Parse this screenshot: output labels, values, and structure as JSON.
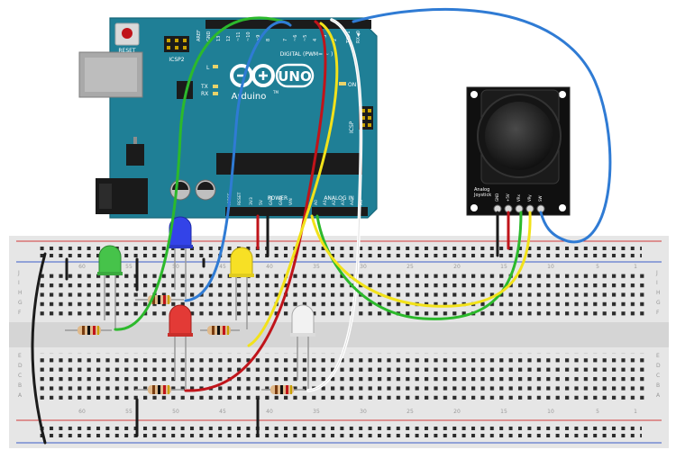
{
  "arduino": {
    "reset_label": "RESET",
    "icsp2_label": "ICSP2",
    "aref_label": "AREF",
    "gnd_label": "GND",
    "digital_pin_labels": [
      "13",
      "12",
      "~11",
      "~10",
      "~9",
      "8",
      "7",
      "~6",
      "~5",
      "4",
      "~3",
      "2",
      "TX▶1",
      "RX◀0"
    ],
    "digital_header_label": "DIGITAL (PWM= ~ )",
    "brand_logo": "UNO",
    "brand_name": "Arduino",
    "tm_mark": "TM",
    "led_l_label": "L",
    "tx_label": "TX",
    "rx_label": "RX",
    "on_label": "ON",
    "icsp_label": "ICSP",
    "power_label": "POWER",
    "analog_in_label": "ANALOG IN",
    "power_pin_labels": [
      "IOREF",
      "RESET",
      "3V3",
      "5V",
      "GND",
      "GND",
      "VIN"
    ],
    "analog_pin_labels": [
      "A0",
      "A1",
      "A2",
      "A3",
      "A4",
      "A5"
    ]
  },
  "joystick": {
    "title_line1": "Analog",
    "title_line2": "Joystick",
    "pin_labels": [
      "GND",
      "+5V",
      "VRx",
      "VRy",
      "SW"
    ]
  },
  "breadboard": {
    "row_letters_top": [
      "J",
      "I",
      "H",
      "G",
      "F"
    ],
    "row_letters_bottom": [
      "E",
      "D",
      "C",
      "B",
      "A"
    ],
    "column_numbers": [
      "1",
      "5",
      "10",
      "15",
      "20",
      "25",
      "30",
      "35",
      "40",
      "45",
      "50",
      "55",
      "60"
    ]
  },
  "colors": {
    "board": "#1f7f96",
    "wire_red": "#c0141a",
    "wire_blue": "#2f7bd4",
    "wire_green": "#2cb92c",
    "wire_yellow": "#f2e21a",
    "wire_white": "#ffffff",
    "wire_black": "#1b1b1b",
    "led_green": "#46c34a",
    "led_blue": "#3343e8",
    "led_yellow": "#f7e025",
    "led_red": "#e33a36",
    "led_white": "#f2f2f2"
  }
}
